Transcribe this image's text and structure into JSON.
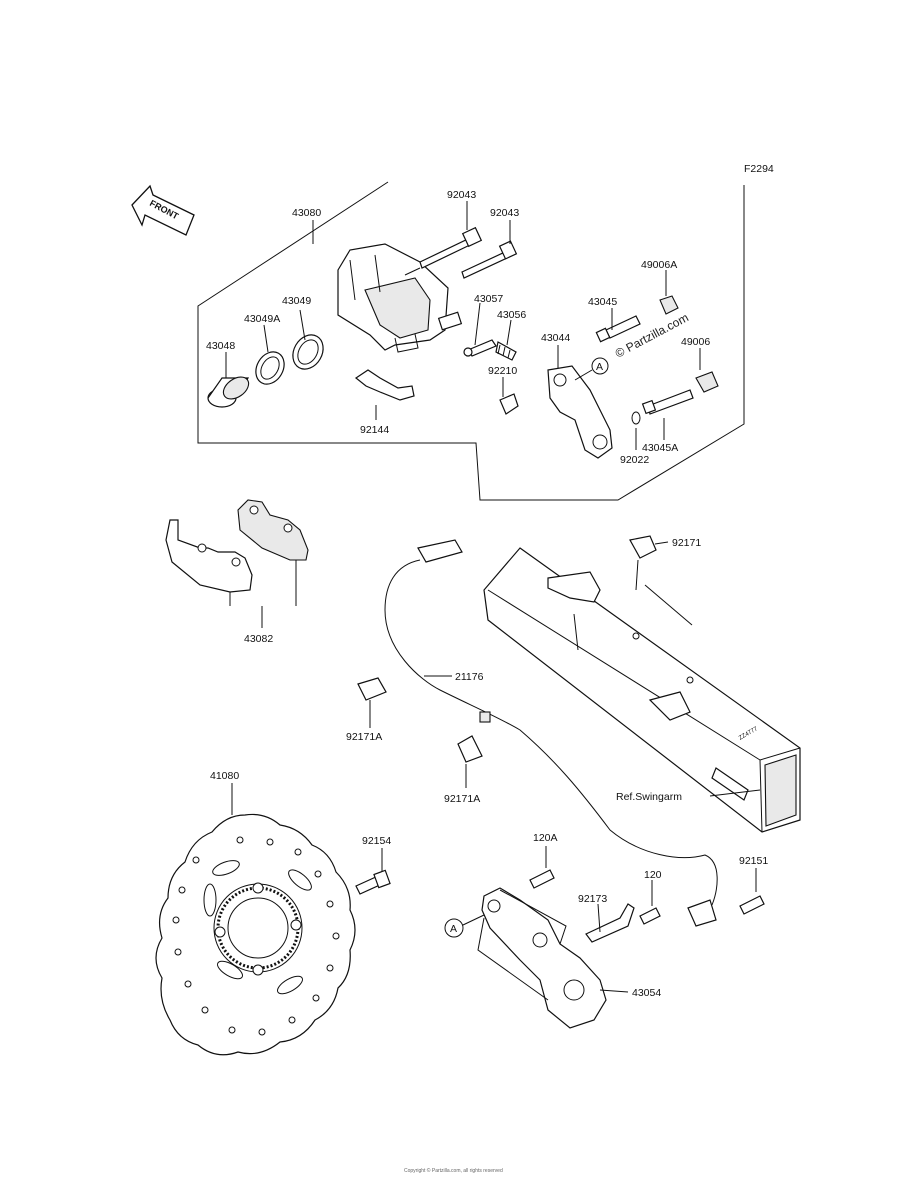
{
  "diagram": {
    "figure_code": "F2294",
    "front_label": "FRONT",
    "watermark": "© Partzilla.com",
    "ref_label": "Ref.Swingarm",
    "callout_a": "A",
    "part_numbers": {
      "p43080": "43080",
      "p92043_a": "92043",
      "p92043_b": "92043",
      "p43049": "43049",
      "p43049A": "43049A",
      "p43048": "43048",
      "p43057": "43057",
      "p43056": "43056",
      "p92210": "92210",
      "p92144": "92144",
      "p43045": "43045",
      "p49006A": "49006A",
      "p43044": "43044",
      "p49006": "49006",
      "p92022": "92022",
      "p43045A": "43045A",
      "p43082": "43082",
      "p92171": "92171",
      "p21176": "21176",
      "p92171A_a": "92171A",
      "p92171A_b": "92171A",
      "p41080": "41080",
      "p92154": "92154",
      "p120A": "120A",
      "p92173": "92173",
      "p120": "120",
      "p92151": "92151",
      "p43054": "43054"
    },
    "footer": "Copyright © Partzilla.com, all rights reserved"
  }
}
